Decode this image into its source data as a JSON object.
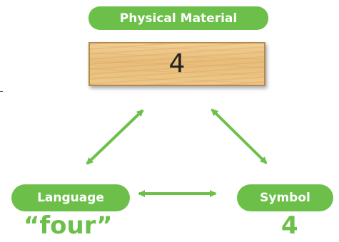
{
  "diagram": {
    "top": {
      "label": "Physical Material",
      "value": "4"
    },
    "left": {
      "label": "Language",
      "value": "“four”"
    },
    "right": {
      "label": "Symbol",
      "value": "4"
    }
  },
  "colors": {
    "accent": "#6cc04a",
    "wood": "#eec488"
  },
  "icons": [
    "double-arrow-icon"
  ]
}
